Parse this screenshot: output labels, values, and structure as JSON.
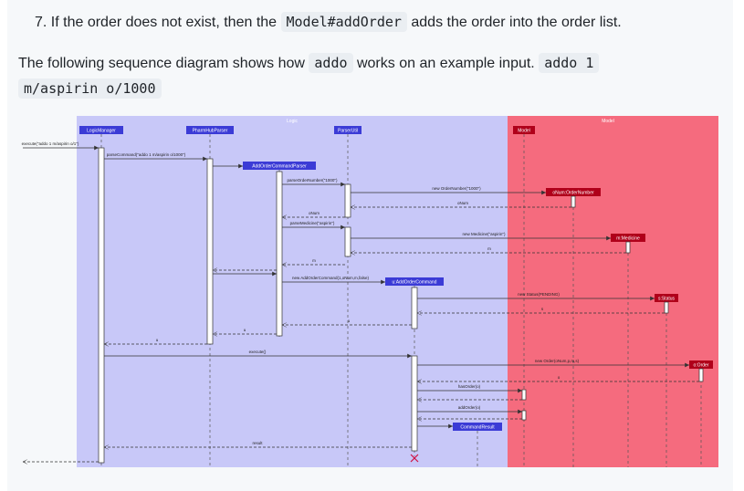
{
  "step": {
    "prefix": "7. If the order does not exist, then the ",
    "code": "Model#addOrder",
    "suffix": " adds the order into the order list."
  },
  "intro": {
    "prefix": "The following sequence diagram shows how ",
    "code1": "addo",
    "middle": " works on an example input. ",
    "code2_line1": "addo 1",
    "code2_line2": "m/aspirin o/1000"
  },
  "diagram": {
    "colors": {
      "logic_bg": "#c8c8f8",
      "model_bg": "#f56b7e",
      "logic_box": "#3b3bd6",
      "model_box": "#b0001a"
    },
    "frame_labels": {
      "logic": "Logic",
      "model": "Model"
    },
    "participants": {
      "logic_manager": "LogicManager",
      "pharm_hub_parser": "PharmHubParser",
      "parser_util": "ParserUtil",
      "model": "Model",
      "add_order_command_parser": "AddOrderCommandParser",
      "order_number": "oNum:OrderNumber",
      "medicine": "m:Medicine",
      "add_order_command": "u:AddOrderCommand",
      "status": "s:Status",
      "order": "o:Order",
      "command_result": "CommandResult"
    },
    "messages": {
      "execute_input": "execute(\"addo 1 m/aspirin o/1\")",
      "parse_command": "parseCommand(\"addo 1 m/aspirin o/1000\")",
      "parse_order_number": "parseOrderNumber(\"1000\")",
      "new_order_number": "new OrderNumber(\"1000\")",
      "onum_return1": "oNum",
      "onum_return2": "oNum",
      "parse_medicine": "parseMedicine(\"aspirin\")",
      "new_medicine": "new Medicine(\"aspirin\")",
      "m_return1": "m",
      "m_return2": "m",
      "new_add_order_command": "new AddOrderCommand(1,oNum,m,false)",
      "new_status": "new Status(PENDING)",
      "s_return": "s",
      "u_return1": "u",
      "u_return2": "u",
      "execute": "execute()",
      "new_order": "new Order(oNum,p,m,s)",
      "o_return": "o",
      "has_order": "hasOrder(o)",
      "add_order": "addOrder(o)",
      "result": "result"
    }
  }
}
